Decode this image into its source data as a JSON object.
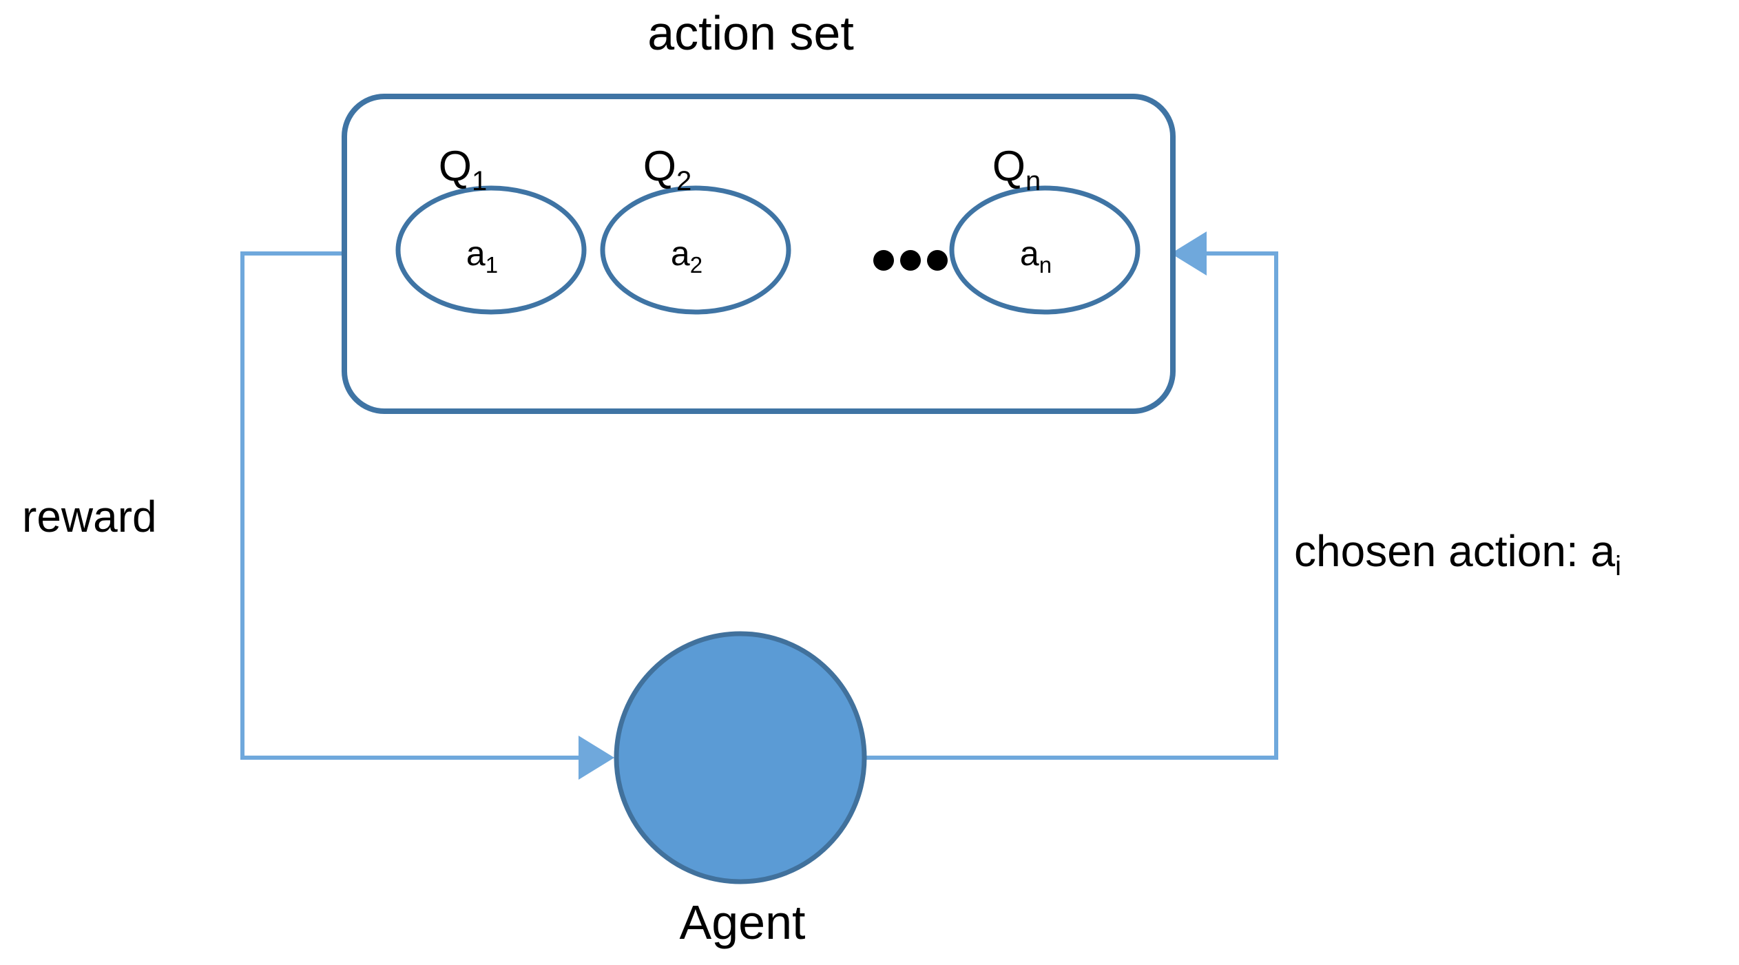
{
  "diagram": {
    "title": "action set",
    "agent_label": "Agent",
    "ellipsis": "•••",
    "colors": {
      "box_stroke": "#3F74A4",
      "ellipse_stroke": "#3F74A4",
      "agent_fill": "#5B9BD5",
      "agent_stroke": "#41719C",
      "flow_line": "#6FA8DC",
      "text": "#000000",
      "background": "#FFFFFF"
    },
    "action_nodes": [
      {
        "q_label": "Q",
        "q_subscript": "1",
        "a_label": "a",
        "a_subscript": "1"
      },
      {
        "q_label": "Q",
        "q_subscript": "2",
        "a_label": "a",
        "a_subscript": "2"
      },
      {
        "q_label": "Q",
        "q_subscript": "n",
        "a_label": "a",
        "a_subscript": "n"
      }
    ],
    "edges": [
      {
        "name": "reward",
        "label": "reward",
        "label_subscript": "",
        "from": "agent",
        "to": "action set"
      },
      {
        "name": "chosen-action",
        "label": "chosen action: a",
        "label_subscript": "i",
        "from": "action set",
        "to": "agent"
      }
    ]
  }
}
